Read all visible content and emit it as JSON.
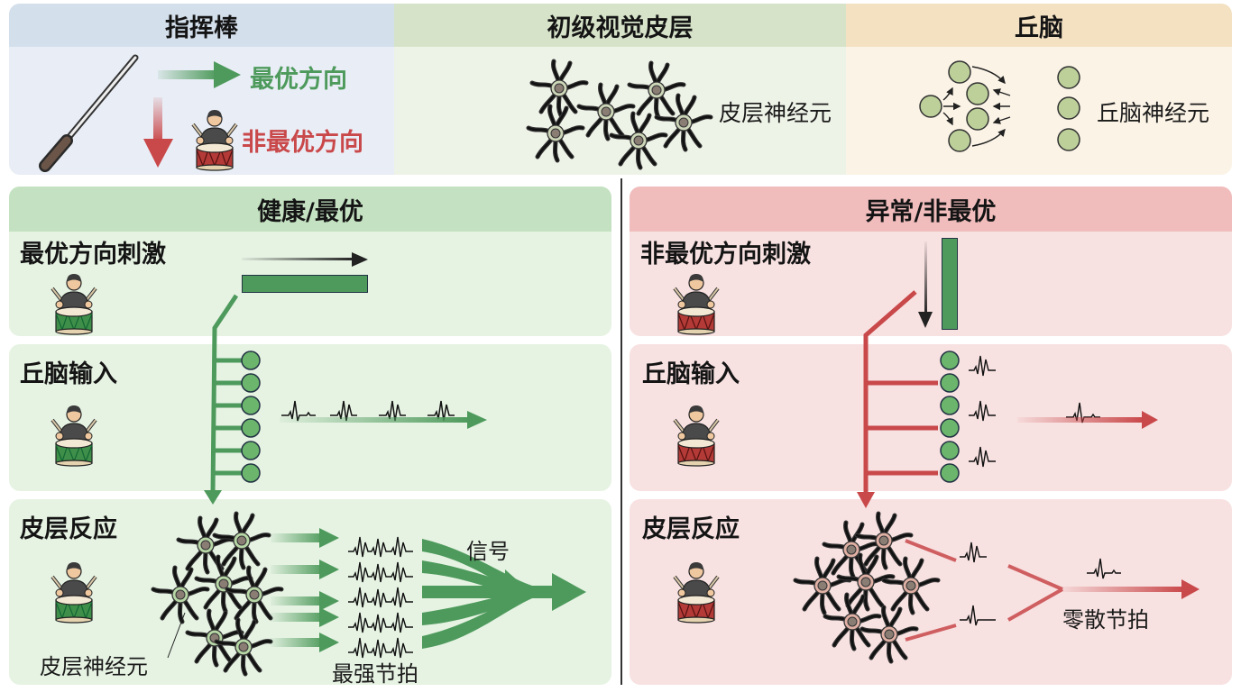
{
  "legend": {
    "baton": {
      "title": "指挥棒",
      "optimal_label": "最优方向",
      "nonoptimal_label": "非最优方向"
    },
    "v1": {
      "title": "初级视觉皮层",
      "neuron_label": "皮层神经元"
    },
    "thalamus": {
      "title": "丘脑",
      "neuron_label": "丘脑神经元"
    }
  },
  "healthy": {
    "title": "健康/最优",
    "stimulus_label": "最优方向刺激",
    "thalamic_label": "丘脑输入",
    "cortical_label": "皮层反应",
    "neuron_label": "皮层神经元",
    "strongest_beat_label": "最强节拍",
    "signal_label": "信号"
  },
  "abnormal": {
    "title": "异常/非最优",
    "stimulus_label": "非最优方向刺激",
    "thalamic_label": "丘脑输入",
    "cortical_label": "皮层反应",
    "sparse_beat_label": "零散节拍"
  },
  "colors": {
    "green": "#4e9a5c",
    "red": "#c9484a",
    "healthy_bg": "#e6f3e3",
    "healthy_hdr": "#c4e2c2",
    "abnormal_bg": "#f8e1e1",
    "abnormal_hdr": "#f0bcbc",
    "baton_bg": "#e9eef6",
    "baton_hdr": "#d3dfeb",
    "v1_bg": "#eef3e8",
    "v1_hdr": "#d6e3c9",
    "thal_bg": "#fbf3e6",
    "thal_hdr": "#f3e1c2"
  }
}
